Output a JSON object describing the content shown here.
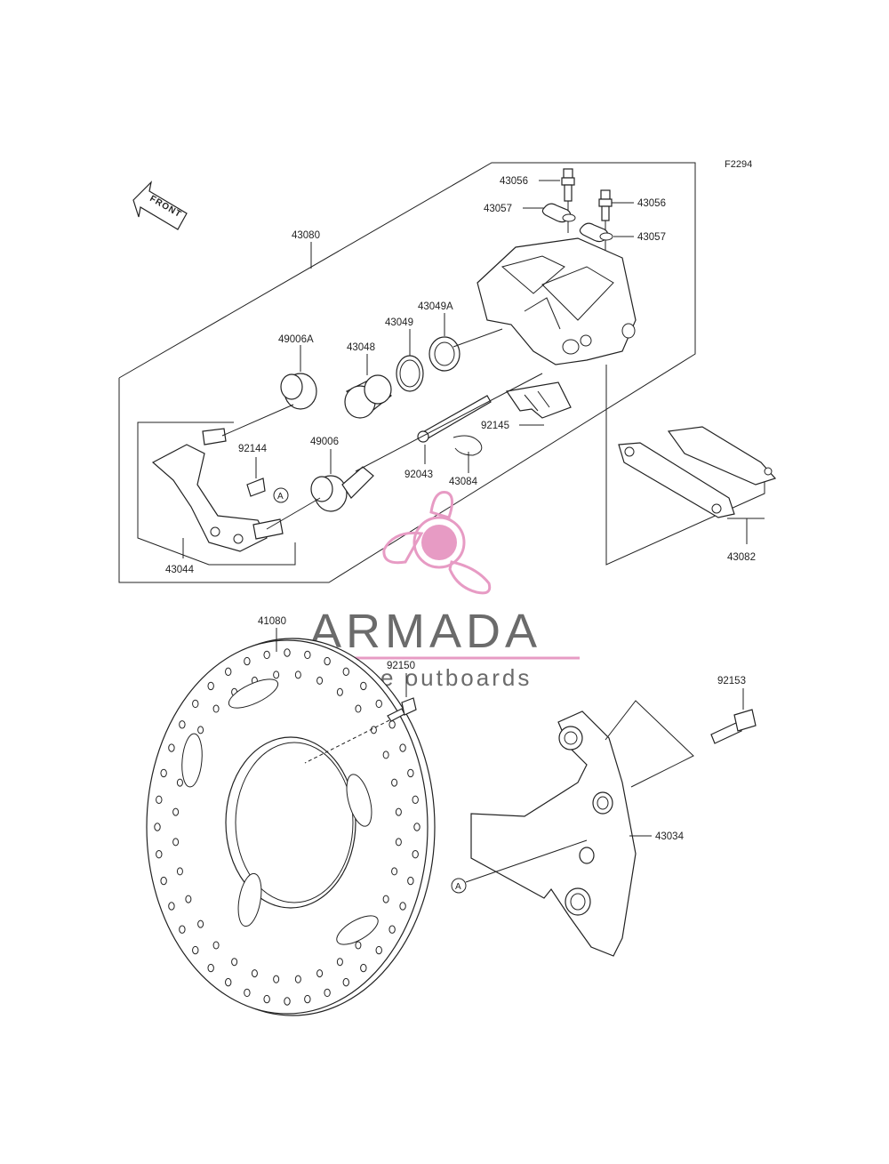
{
  "figure_code": "F2294",
  "front_marker": "FRONT",
  "callout_letter": "A",
  "parts": {
    "p43080": "43080",
    "p43056_a": "43056",
    "p43056_b": "43056",
    "p43057_a": "43057",
    "p43057_b": "43057",
    "p43049A": "43049A",
    "p43049": "43049",
    "p43048": "43048",
    "p49006A": "49006A",
    "p92144": "92144",
    "p49006": "49006",
    "p92145": "92145",
    "p92043": "92043",
    "p43084": "43084",
    "p43044": "43044",
    "p43082": "43082",
    "p41080": "41080",
    "p92150": "92150",
    "p92153": "92153",
    "p43034": "43034"
  },
  "watermark": {
    "title": "ARMADA",
    "subtitle": "marine outboards",
    "accent_color": "#e79bc4",
    "text_color": "#6b6b6b"
  }
}
